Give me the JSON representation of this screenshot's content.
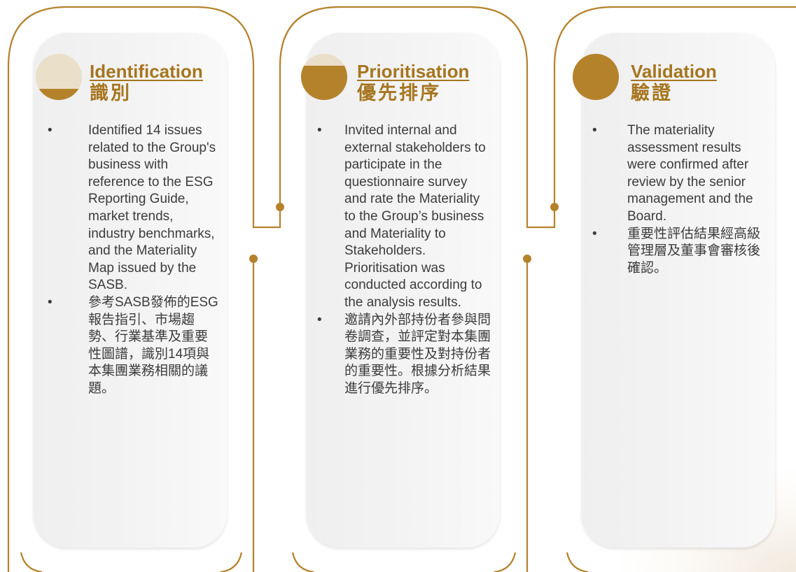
{
  "colors": {
    "accent": "#b5822c",
    "title": "#a6751f",
    "disc_light": "#eadfc8",
    "card_bg": "#f3f3f3",
    "body_text": "#3c3c3c"
  },
  "steps": [
    {
      "title_en": "Identification",
      "title_zh": "識別",
      "icon": "half-filled-disc-icon",
      "fill_fraction": 0.25,
      "bullets": [
        "Identified 14 issues related to the Group's business with reference to the ESG Reporting Guide, market trends, industry benchmarks, and the Materiality Map issued by the SASB.",
        "參考SASB發佈的ESG報告指引、市場趨勢、行業基準及重要性圖譜，識別14項與本集團業務相關的議題。"
      ]
    },
    {
      "title_en": "Prioritisation",
      "title_zh": "優先排序",
      "icon": "half-filled-disc-icon",
      "fill_fraction": 0.75,
      "bullets": [
        "Invited internal and external stakeholders to participate in the questionnaire survey and rate the Materiality to the Group’s business and Materiality to Stakeholders. Prioritisation was conducted according to the analysis results.",
        "邀請內外部持份者參與問卷調查，並評定對本集團業務的重要性及對持份者的重要性。根據分析結果進行優先排序。"
      ]
    },
    {
      "title_en": "Validation",
      "title_zh": "驗證",
      "icon": "filled-disc-icon",
      "fill_fraction": 1.0,
      "bullets": [
        "The materiality assessment results were confirmed after review by the senior management and the Board.",
        "重要性評估結果經高級管理層及董事會審核後確認。"
      ]
    }
  ]
}
